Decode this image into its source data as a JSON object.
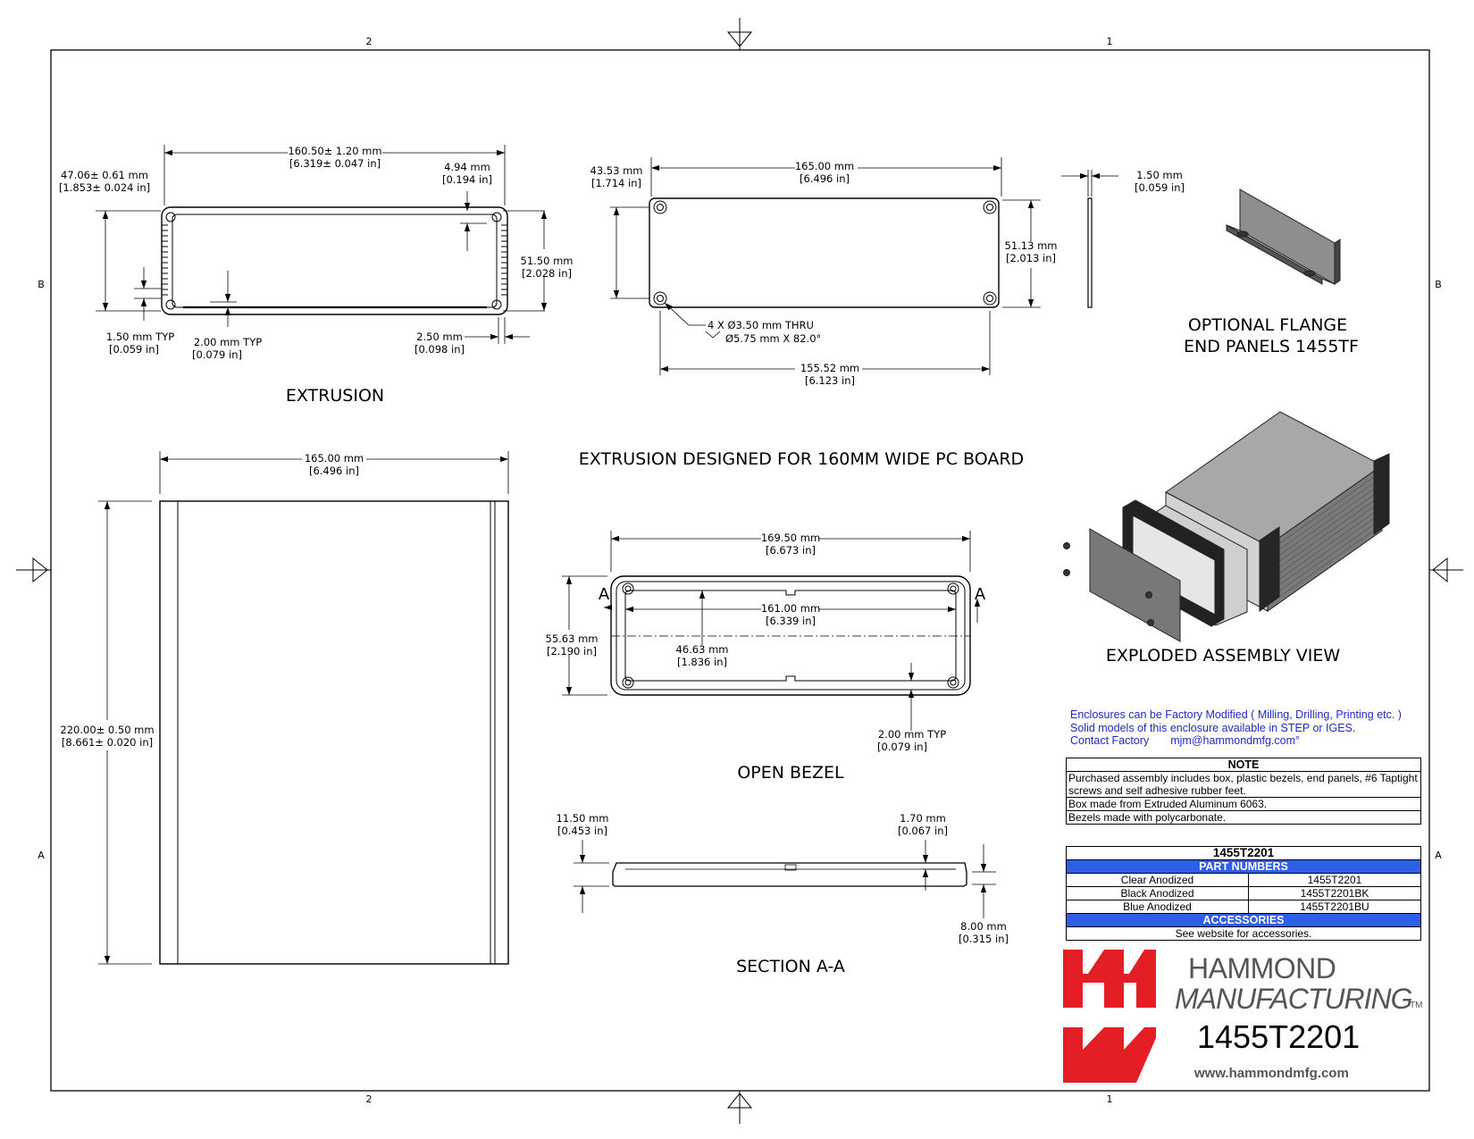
{
  "zone_labels": {
    "col_left": "2",
    "col_right": "1",
    "row_top": "B",
    "row_bottom": "A"
  },
  "titles": {
    "extrusion": "EXTRUSION",
    "pcb_note": "EXTRUSION DESIGNED FOR 160MM WIDE PC BOARD",
    "flange_line1": "OPTIONAL FLANGE",
    "flange_line2": "END PANELS 1455TF",
    "exploded": "EXPLODED ASSEMBLY VIEW",
    "open_bezel": "OPEN BEZEL",
    "section": "SECTION A-A",
    "section_mark": "A"
  },
  "extrusion_dims": {
    "width_mm": "160.50± 1.20 mm",
    "width_in": "[6.319± 0.047 in]",
    "height_mm": "47.06± 0.61 mm",
    "height_in": "[1.853± 0.024 in]",
    "slot_mm": "4.94 mm",
    "slot_in": "[0.194 in]",
    "outer_h_mm": "51.50 mm",
    "outer_h_in": "[2.028 in]",
    "wall_mm": "1.50 mm  TYP",
    "wall_in": "[0.059 in]",
    "floor_mm": "2.00 mm  TYP",
    "floor_in": "[0.079 in]",
    "lip_mm": "2.50 mm",
    "lip_in": "[0.098 in]"
  },
  "panel_dims": {
    "width_mm": "165.00 mm",
    "width_in": "[6.496 in]",
    "hole_v_mm": "43.53 mm",
    "hole_v_in": "[1.714 in]",
    "height_mm": "51.13 mm",
    "height_in": "[2.013 in]",
    "holes_line1": "4 X Ø3.50 mm THRU",
    "holes_line2": "Ø5.75 mm X 82.0°",
    "hole_h_mm": "155.52 mm",
    "hole_h_in": "[6.123 in]",
    "thick_mm": "1.50 mm",
    "thick_in": "[0.059 in]"
  },
  "top_dims": {
    "width_mm": "165.00 mm",
    "width_in": "[6.496 in]",
    "length_mm": "220.00± 0.50 mm",
    "length_in": "[8.661± 0.020 in]"
  },
  "bezel_dims": {
    "outer_w_mm": "169.50 mm",
    "outer_w_in": "[6.673 in]",
    "inner_w_mm": "161.00 mm",
    "inner_w_in": "[6.339 in]",
    "outer_h_mm": "55.63 mm",
    "outer_h_in": "[2.190 in]",
    "inner_h_mm": "46.63 mm",
    "inner_h_in": "[1.836 in]",
    "rim_mm": "2.00 mm  TYP",
    "rim_in": "[0.079 in]"
  },
  "section_dims": {
    "depth_mm": "11.50 mm",
    "depth_in": "[0.453 in]",
    "lip_mm": "1.70 mm",
    "lip_in": "[0.067 in]",
    "h_mm": "8.00 mm",
    "h_in": "[0.315 in]"
  },
  "notes_blue": {
    "line1": "Enclosures can be Factory Modified ( Milling, Drilling, Printing etc. )",
    "line2": "Solid models of this enclosure available in STEP or IGES.",
    "line3_label": "Contact Factory",
    "line3_email": "mjm@hammondmfg.com°"
  },
  "note_table": {
    "header": "NOTE",
    "rows": [
      "Purchased assembly includes box, plastic bezels, end panels, #6 Taptight screws and self adhesive rubber feet.",
      "Box made from Extruded Aluminum 6063.",
      "Bezels made with polycarbonate."
    ]
  },
  "parts_table": {
    "title": "1455T2201",
    "part_numbers_header": "PART NUMBERS",
    "rows": [
      {
        "finish": "Clear Anodized",
        "part": "1455T2201"
      },
      {
        "finish": "Black Anodized",
        "part": "1455T2201BK"
      },
      {
        "finish": "Blue Anodized",
        "part": "1455T2201BU"
      }
    ],
    "accessories_header": "ACCESSORIES",
    "accessories_text": "See website for accessories."
  },
  "brand": {
    "line1": "HAMMOND",
    "line2": "MANUFACTURING",
    "tm": "TM",
    "part_number": "1455T2201",
    "website": "www.hammondmfg.com",
    "logo_color": "#e31e24"
  }
}
